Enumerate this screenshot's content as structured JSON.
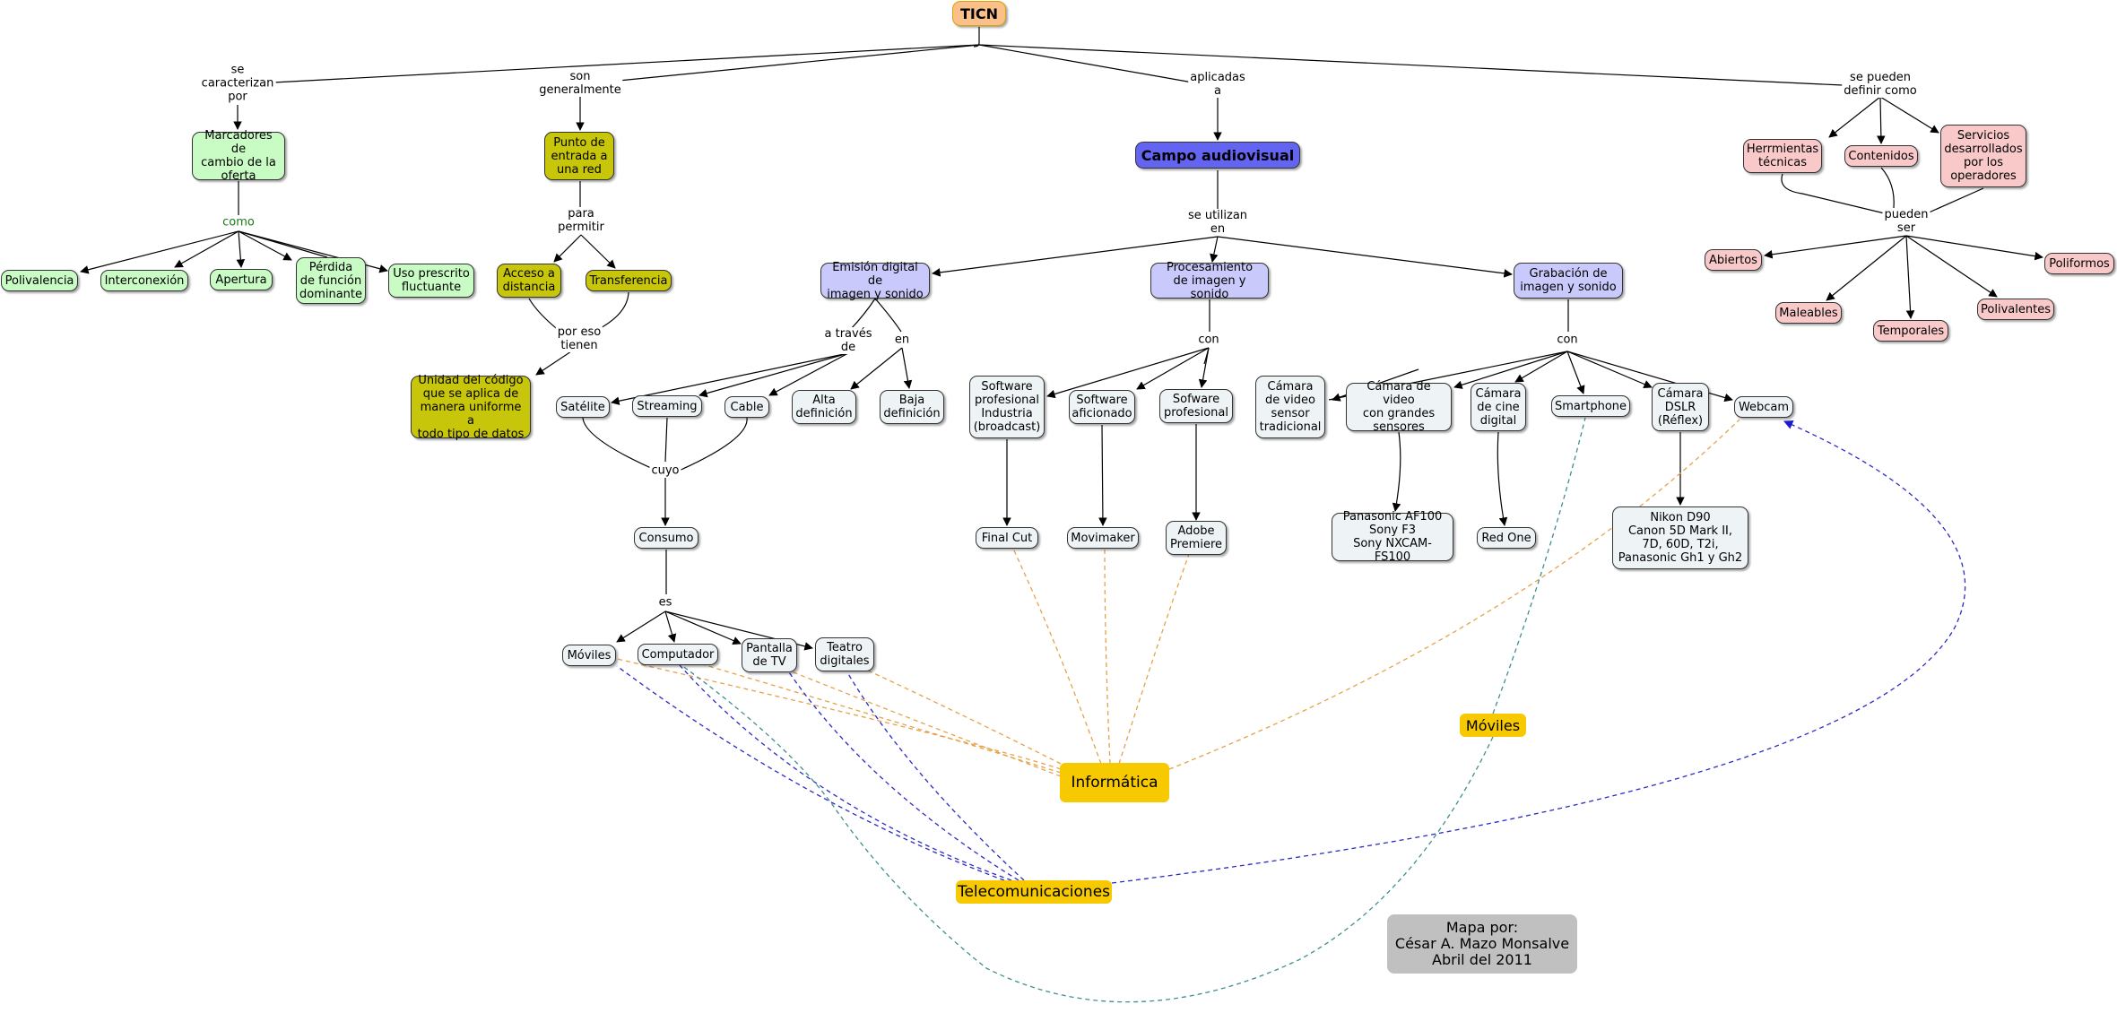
{
  "colors": {
    "root": "#f9c089",
    "green": "#c9fcc4",
    "olive": "#c7c60a",
    "purple": "#c9cafb",
    "blue": "#6464f2",
    "light": "#eef3f5",
    "pink": "#f9c9c9",
    "yellow": "#f6c900",
    "gray": "#c0c0c0",
    "orange_dashed": "#e6a24a",
    "blue_dashed": "#2b2bc4",
    "teal_dashed": "#3f8f8f"
  },
  "nodes": {
    "ticn": "TICN",
    "marcadores": "Marcadores de\ncambio de la\noferta",
    "polivalencia": "Polivalencia",
    "interconexion": "Interconexión",
    "apertura": "Apertura",
    "perdida": "Pérdida\nde función\ndominante",
    "uso_prescrito": "Uso prescrito\nfluctuante",
    "punto_entrada": "Punto de\nentrada a\nuna red",
    "acceso": "Acceso a\ndistancia",
    "transferencia": "Transferencia",
    "unidad": "Unidad del código\nque se aplica de\nmanera uniforme a\ntodo tipo de datos",
    "campo": "Campo audiovisual",
    "emision": "Emisión digital de\nimagen y sonido",
    "procesamiento": "Procesamiento\nde imagen y sonido",
    "grabacion": "Grabación de\nimagen y sonido",
    "satelite": "Satélite",
    "streaming": "Streaming",
    "cable": "Cable",
    "alta": "Alta\ndefinición",
    "baja": "Baja\ndefinición",
    "consumo": "Consumo",
    "moviles_dev": "Móviles",
    "computador": "Computador",
    "pantalla_tv": "Pantalla\nde TV",
    "teatro": "Teatro\ndigitales",
    "sw_prof_ind": "Software\nprofesional\nIndustria\n(broadcast)",
    "sw_aficionado": "Software\naficionado",
    "sw_profesional": "Sofware\nprofesional",
    "final_cut": "Final Cut",
    "movimaker": "Movimaker",
    "adobe": "Adobe\nPremiere",
    "cam_tradicional": "Cámara\nde video\nsensor\ntradicional",
    "cam_sensores": "Cámara de video\ncon grandes\nsensores",
    "cam_cine": "Cámara\nde cine\ndigital",
    "smartphone": "Smartphone",
    "cam_dslr": "Cámara\nDSLR\n(Réflex)",
    "webcam": "Webcam",
    "panasonic": "Panasonic AF100\nSony F3\nSony NXCAM-FS100",
    "red_one": "Red One",
    "nikon": "Nikon D90\nCanon 5D Mark II,\n7D, 60D, T2i,\nPanasonic  Gh1 y Gh2",
    "herramientas": "Herrmientas\ntécnicas",
    "contenidos": "Contenidos",
    "servicios": "Servicios\ndesarrollados\npor los\noperadores",
    "abiertos": "Abiertos",
    "maleables": "Maleables",
    "temporales": "Temporales",
    "polivalentes": "Polivalentes",
    "poliformos": "Poliformos",
    "informatica": "Informática",
    "telecomunicaciones": "Telecomunicaciones",
    "moviles_cat": "Móviles",
    "credits": "Mapa por:\nCésar A. Mazo Monsalve\nAbril del 2011"
  },
  "labels": {
    "se_caracterizan": "se\ncaracterizan\npor",
    "son_generalmente": "son\ngeneralmente",
    "aplicadas_a": "aplicadas\na",
    "se_pueden_definir": "se pueden\ndefinir como",
    "como": "como",
    "para_permitir": "para\npermitir",
    "por_eso_tienen": "por eso\ntienen",
    "se_utilizan_en": "se utilizan\nen",
    "a_traves_de": "a través\nde",
    "en": "en",
    "cuyo": "cuyo",
    "es": "es",
    "con_proc": "con",
    "con_grab": "con",
    "pueden_ser": "pueden\nser"
  }
}
